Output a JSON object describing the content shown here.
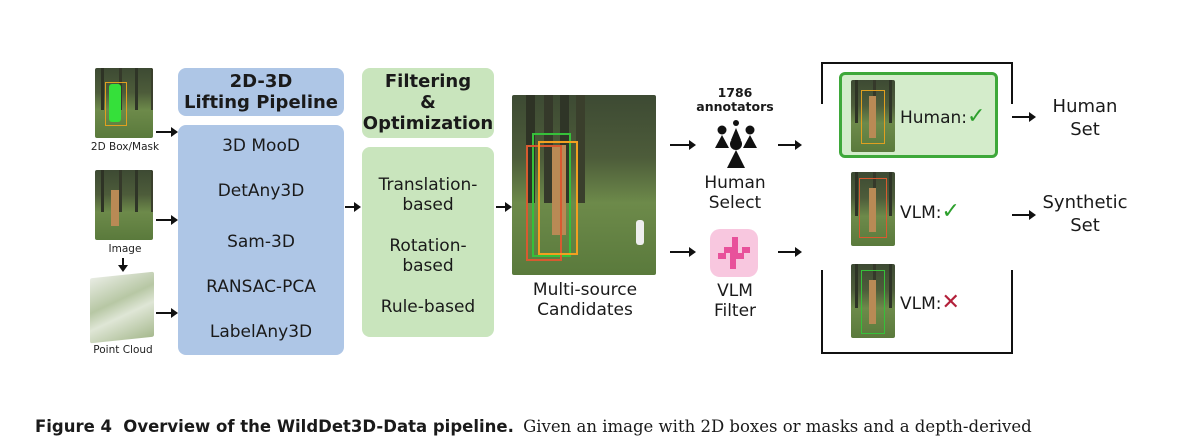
{
  "inputs": [
    {
      "label": "2D Box/Mask"
    },
    {
      "label": "Image"
    },
    {
      "label": "Point Cloud"
    }
  ],
  "lifting": {
    "title_line1": "2D-3D",
    "title_line2": "Lifting Pipeline",
    "methods": [
      "3D MooD",
      "DetAny3D",
      "Sam-3D",
      "RANSAC-PCA",
      "LabelAny3D"
    ],
    "color": "#aec6e6"
  },
  "filtering": {
    "title_line1": "Filtering",
    "title_line2": "&",
    "title_line3": "Optimization",
    "methods": [
      {
        "line1": "Translation-",
        "line2": "based"
      },
      {
        "line1": "Rotation-",
        "line2": "based"
      },
      {
        "line1": "Rule-based",
        "line2": ""
      }
    ],
    "color": "#c9e5bd"
  },
  "candidates": {
    "line1": "Multi-source",
    "line2": "Candidates"
  },
  "human": {
    "count": "1786",
    "count_label": "annotators",
    "line1": "Human",
    "line2": "Select"
  },
  "vlm": {
    "line1": "VLM",
    "line2": "Filter",
    "color": "#f06aaa"
  },
  "results": [
    {
      "label": "Human:",
      "mark": "✓",
      "mark_color": "#2da02d"
    },
    {
      "label": "VLM:",
      "mark": "✓",
      "mark_color": "#2da02d"
    },
    {
      "label": "VLM:",
      "mark": "✕",
      "mark_color": "#b3203a"
    }
  ],
  "outputs": {
    "human_set": {
      "line1": "Human",
      "line2": "Set"
    },
    "synthetic_set": {
      "line1": "Synthetic",
      "line2": "Set"
    }
  },
  "caption": {
    "figure": "Figure 4",
    "title": "Overview of the WildDet3D-Data pipeline.",
    "text": "Given an image with 2D boxes or masks and a depth-derived"
  }
}
